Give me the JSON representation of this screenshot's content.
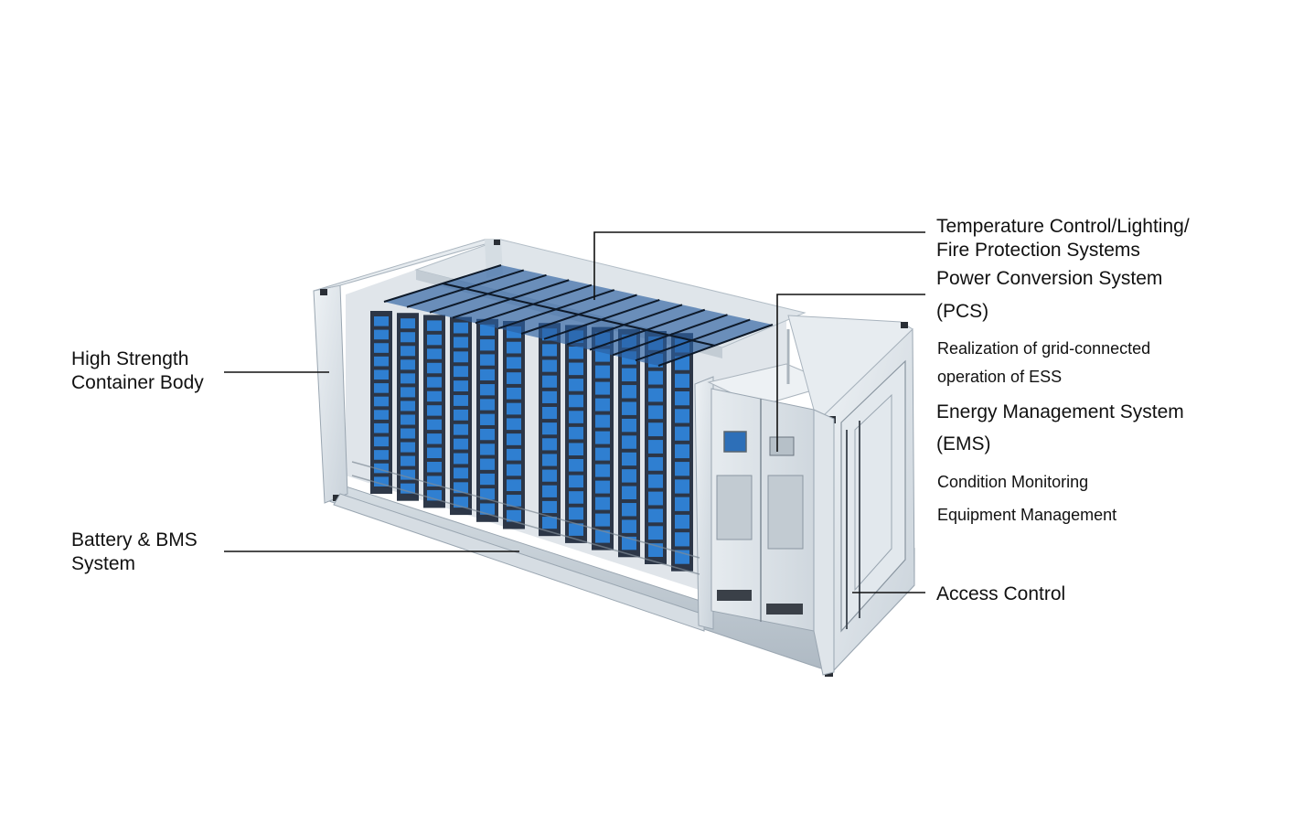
{
  "labels": {
    "container_body": [
      "High Strength",
      "Container Body"
    ],
    "battery_bms": [
      "Battery & BMS",
      "System"
    ],
    "temperature_control": [
      "Temperature Control/Lighting/",
      "Fire Protection Systems"
    ],
    "pcs": {
      "title": "Power Conversion System",
      "abbr": "(PCS)",
      "description": [
        "Realization of grid-connected",
        "operation of ESS"
      ]
    },
    "ems": {
      "title": "Energy Management System",
      "abbr": "(EMS)",
      "functions": [
        "Condition Monitoring",
        "Equipment Management"
      ]
    },
    "access_control": "Access Control"
  },
  "colors": {
    "battery_blue": "#2f7fd1",
    "rack_dark": "#1c2738",
    "container_frame": "#e3e9ee",
    "container_shadow": "#b9c3cc",
    "leader_line": "#111111"
  }
}
